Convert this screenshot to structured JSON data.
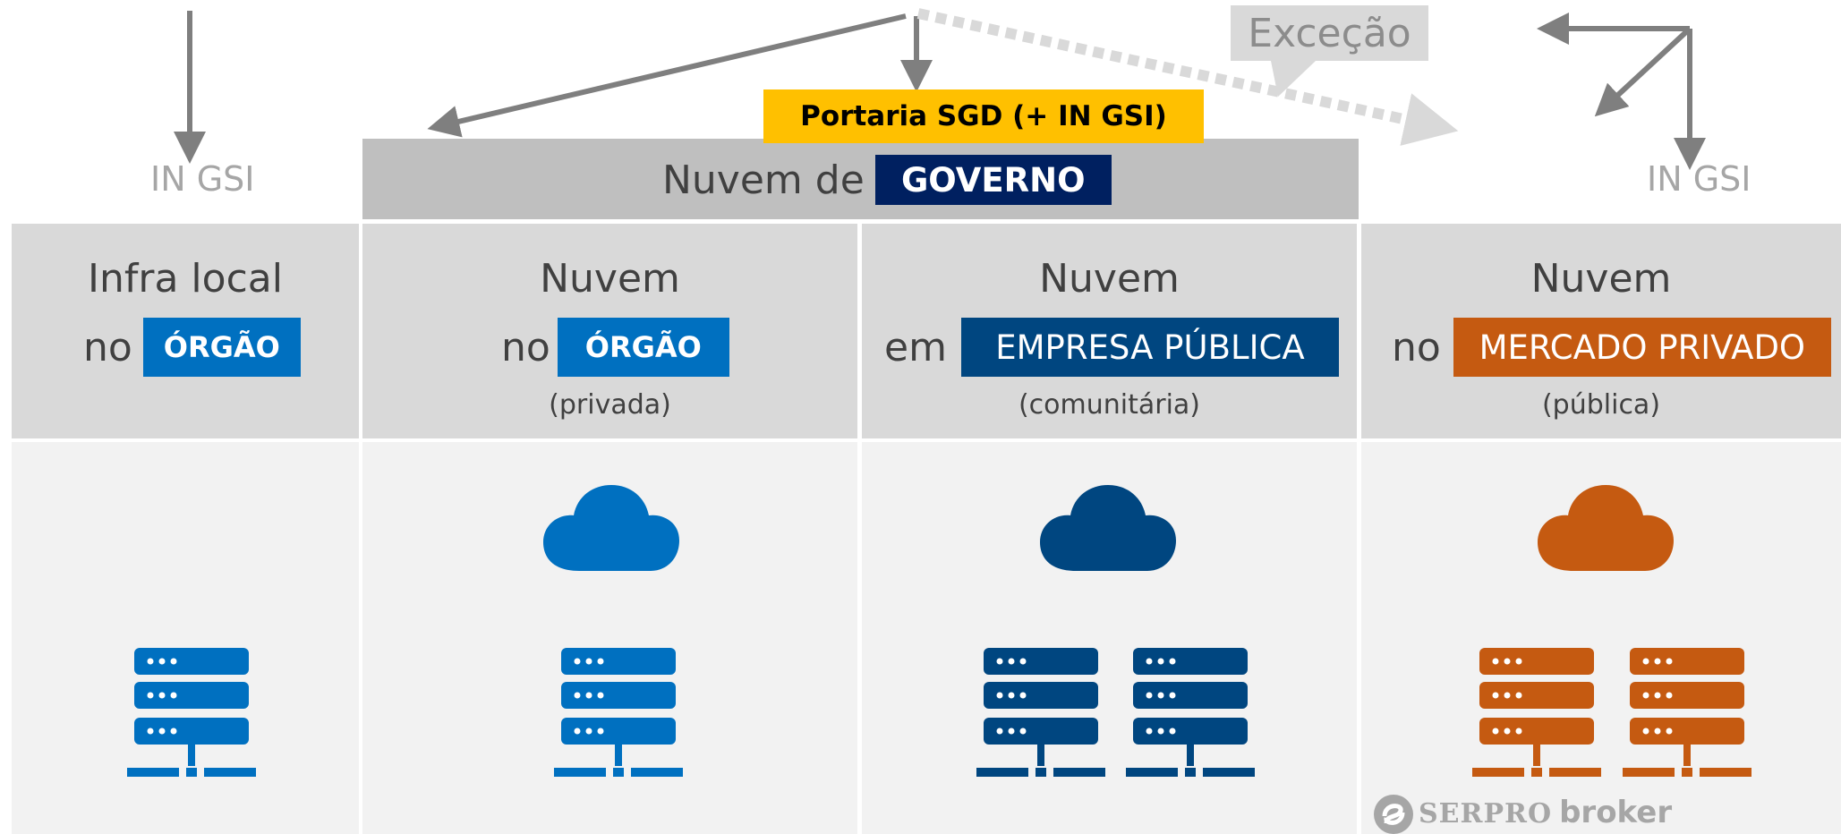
{
  "top": {
    "in_gsi_left": "IN GSI",
    "in_gsi_right": "IN GSI",
    "portaria": "Portaria SGD (+ IN GSI)",
    "excecao": "Exceção",
    "gov_title_prefix": "Nuvem de",
    "gov_title_badge": "GOVERNO"
  },
  "columns": [
    {
      "title": "Infra local",
      "prefix": "no",
      "badge": "ÓRGÃO",
      "subtitle": "",
      "color": "#0070c0"
    },
    {
      "title": "Nuvem",
      "prefix": "no",
      "badge": "ÓRGÃO",
      "subtitle": "(privada)",
      "color": "#0070c0"
    },
    {
      "title": "Nuvem",
      "prefix": "em",
      "badge": "EMPRESA PÚBLICA",
      "subtitle": "(comunitária)",
      "color": "#004680"
    },
    {
      "title": "Nuvem",
      "prefix": "no",
      "badge": "MERCADO PRIVADO",
      "subtitle": "(pública)",
      "color": "#c55a11"
    }
  ],
  "icons": {
    "cloud": "cloud-icon",
    "server": "server-rack-icon"
  },
  "colors": {
    "arrow": "#7f7f7f",
    "dotted_arrow": "#d9d9d9",
    "gov_band": "#bfbfbf",
    "portaria": "#ffc000",
    "gov_badge": "#002060"
  },
  "footer": {
    "logo_text": "SERPRO",
    "broker_text": "broker"
  }
}
